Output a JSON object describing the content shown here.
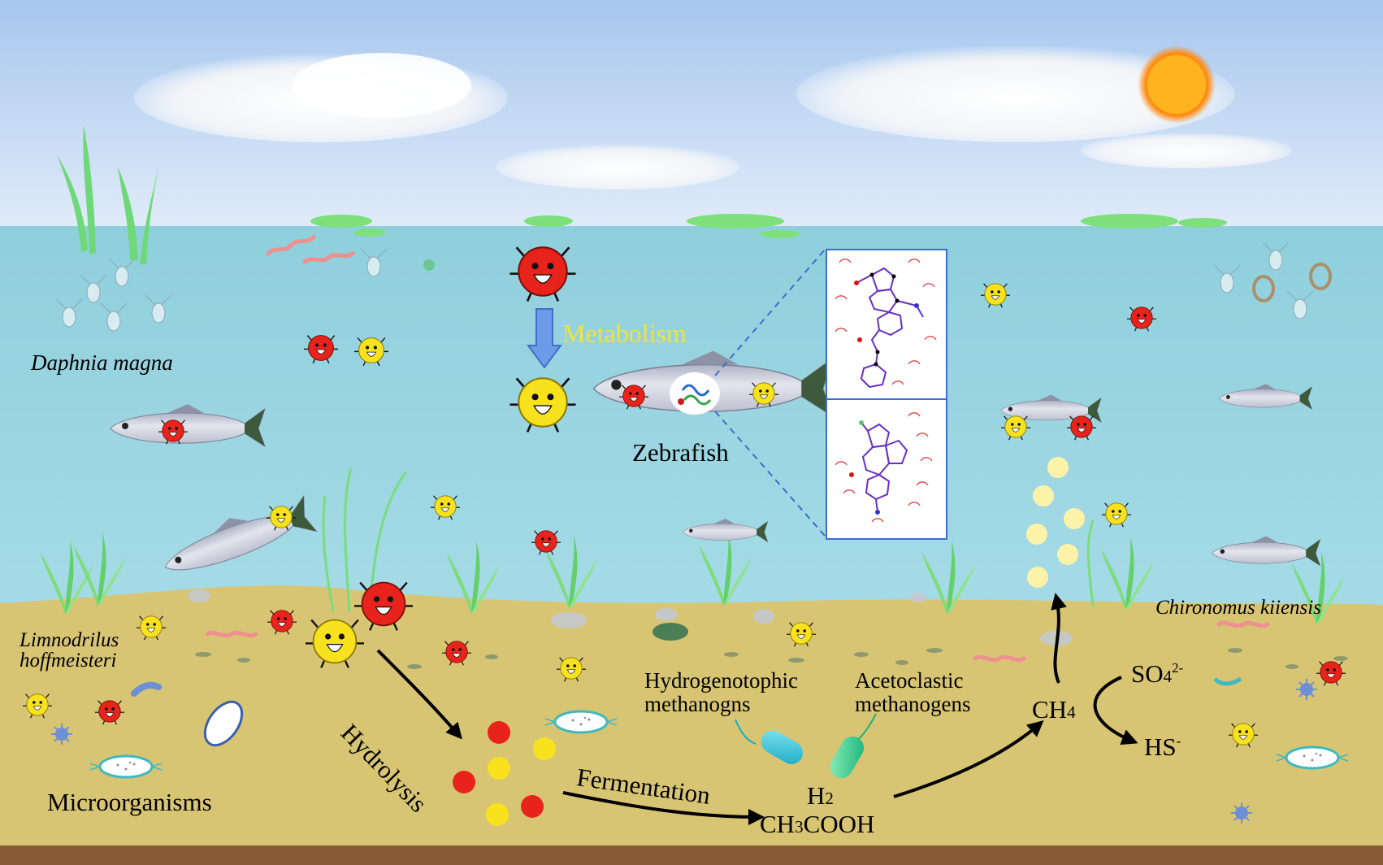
{
  "labels": {
    "daphnia": "Daphnia magna",
    "metabolism": "Metabolism",
    "zebrafish": "Zebrafish",
    "limnodrilus_1": "Limnodrilus",
    "limnodrilus_2": "hoffmeisteri",
    "microorganisms": "Microorganisms",
    "chironomus": "Chironomus kiiensis",
    "hydrolysis": "Hydrolysis",
    "fermentation": "Fermentation",
    "hydrogenotrophic_1": "Hydrogenotophic",
    "hydrogenotrophic_2": "methanogns",
    "acetoclastic_1": "Acetoclastic",
    "acetoclastic_2": "methanogens",
    "h2": "H",
    "h2_sub": "2",
    "acetic_1": "CH",
    "acetic_sub": "3",
    "acetic_2": "COOH",
    "ch4": "CH",
    "ch4_sub": "4",
    "so4": "SO",
    "so4_sub": "4",
    "so4_sup": "2-",
    "hs": "HS",
    "hs_sup": "-"
  },
  "colors": {
    "sky_top": "#a9c9ee",
    "water": "#9fd6e2",
    "sediment": "#d8c574",
    "bedrock": "#8a5a35",
    "red_molecule": "#e8231c",
    "yellow_molecule": "#f7e21d",
    "metabolism_text": "#f3e23a",
    "panel_border": "#3a6fcf"
  }
}
